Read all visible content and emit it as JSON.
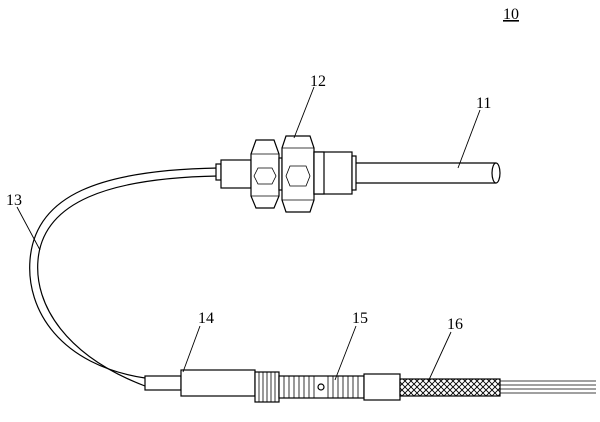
{
  "figure": {
    "labels": {
      "assembly": "10",
      "probe": "11",
      "fitting": "12",
      "cable": "13",
      "transition": "14",
      "spring": "15",
      "braid": "16"
    }
  }
}
